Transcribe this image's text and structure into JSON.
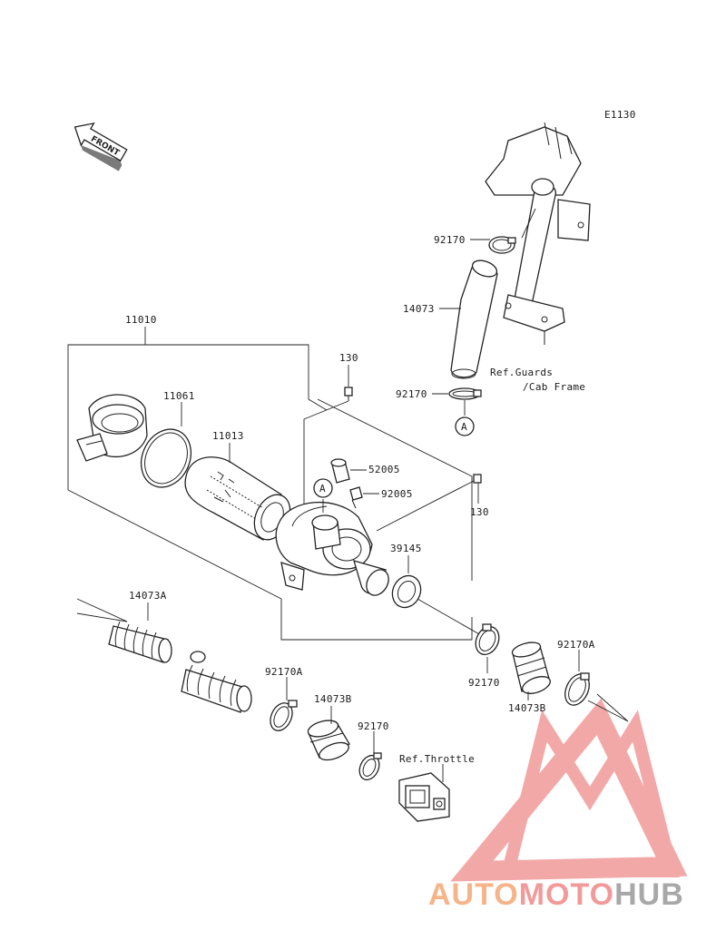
{
  "diagram_code": "E1130",
  "front_marker": "FRONT",
  "callout_marker": "A",
  "labels": {
    "p92170_top": "92170",
    "p14073": "14073",
    "p92170_mid": "92170",
    "p11010": "11010",
    "p130_top": "130",
    "p11061": "11061",
    "p11013": "11013",
    "p52005": "52005",
    "p92005": "92005",
    "p130_right": "130",
    "p39145": "39145",
    "p14073A": "14073A",
    "p92170A_left": "92170A",
    "p14073B_left": "14073B",
    "p92170_lower": "92170",
    "p92170_right": "92170",
    "p14073B_right": "14073B",
    "p92170A_right": "92170A"
  },
  "references": {
    "guards_line1": "Ref.Guards",
    "guards_line2": "/Cab Frame",
    "throttle": "Ref.Throttle"
  },
  "watermark": {
    "part1": "AUTO",
    "part2": "MOTO",
    "part3": "HUB",
    "color_orange": "#f5b489",
    "color_red": "#f29a9a",
    "color_gray": "#a8a8a8"
  }
}
